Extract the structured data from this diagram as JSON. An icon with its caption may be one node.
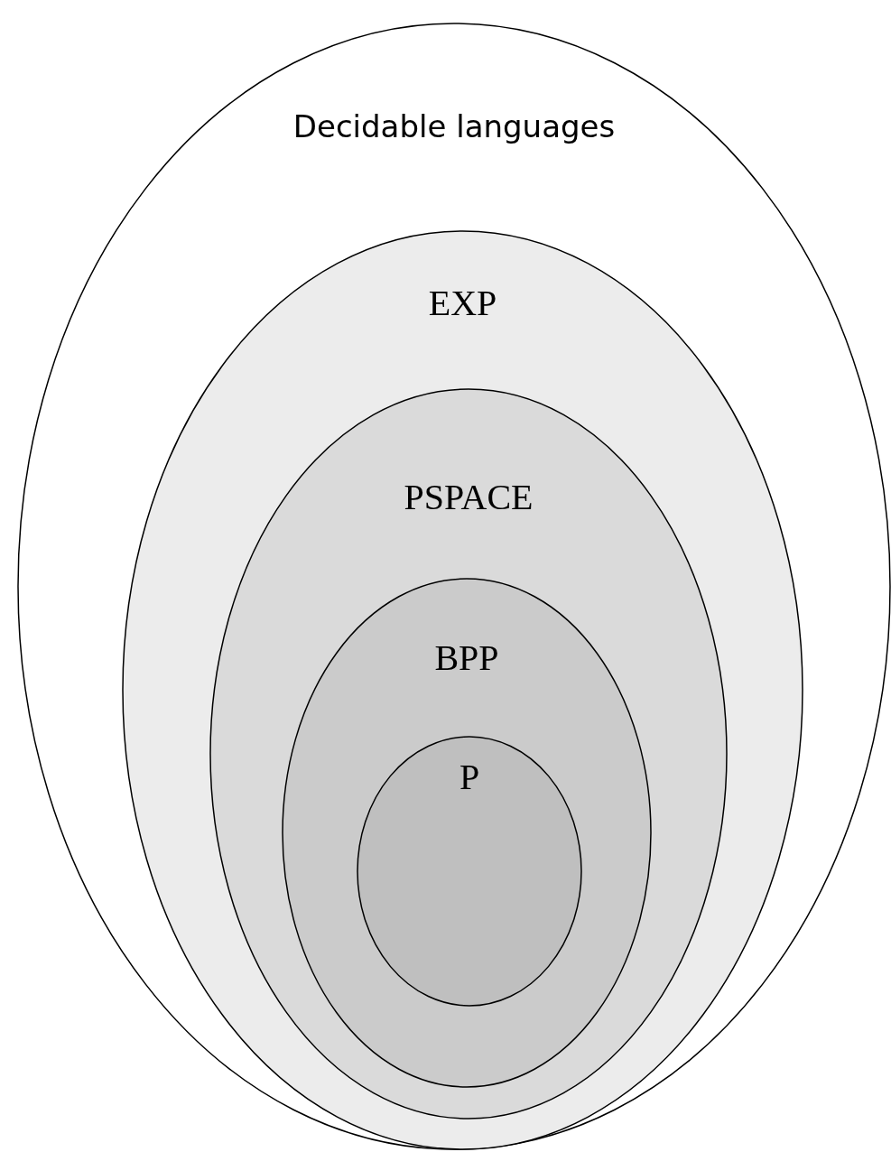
{
  "diagram": {
    "nodes": [
      {
        "text": [
          "Decidable languages"
        ]
      },
      {
        "text": [
          "EXP"
        ],
        "in": 0
      },
      {
        "text": [
          "PSPACE"
        ],
        "in": 1
      },
      {
        "text": [
          "BPP"
        ],
        "in": 2
      },
      {
        "text": [
          "P"
        ],
        "in": 3
      }
    ]
  }
}
